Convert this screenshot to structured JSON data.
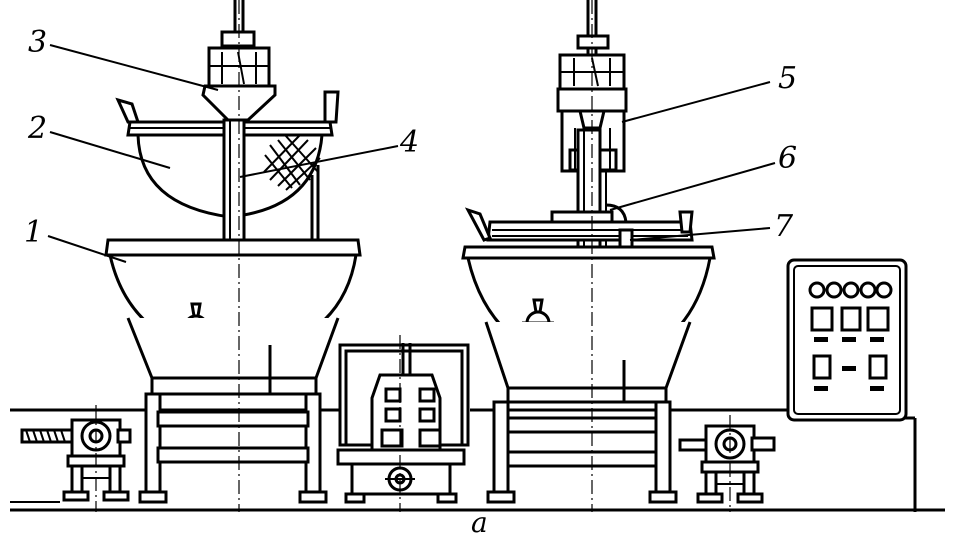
{
  "labels": {
    "l1": "1",
    "l2": "2",
    "l3": "3",
    "l4": "4",
    "l5": "5",
    "l6": "6",
    "l7": "7"
  },
  "caption": "a"
}
